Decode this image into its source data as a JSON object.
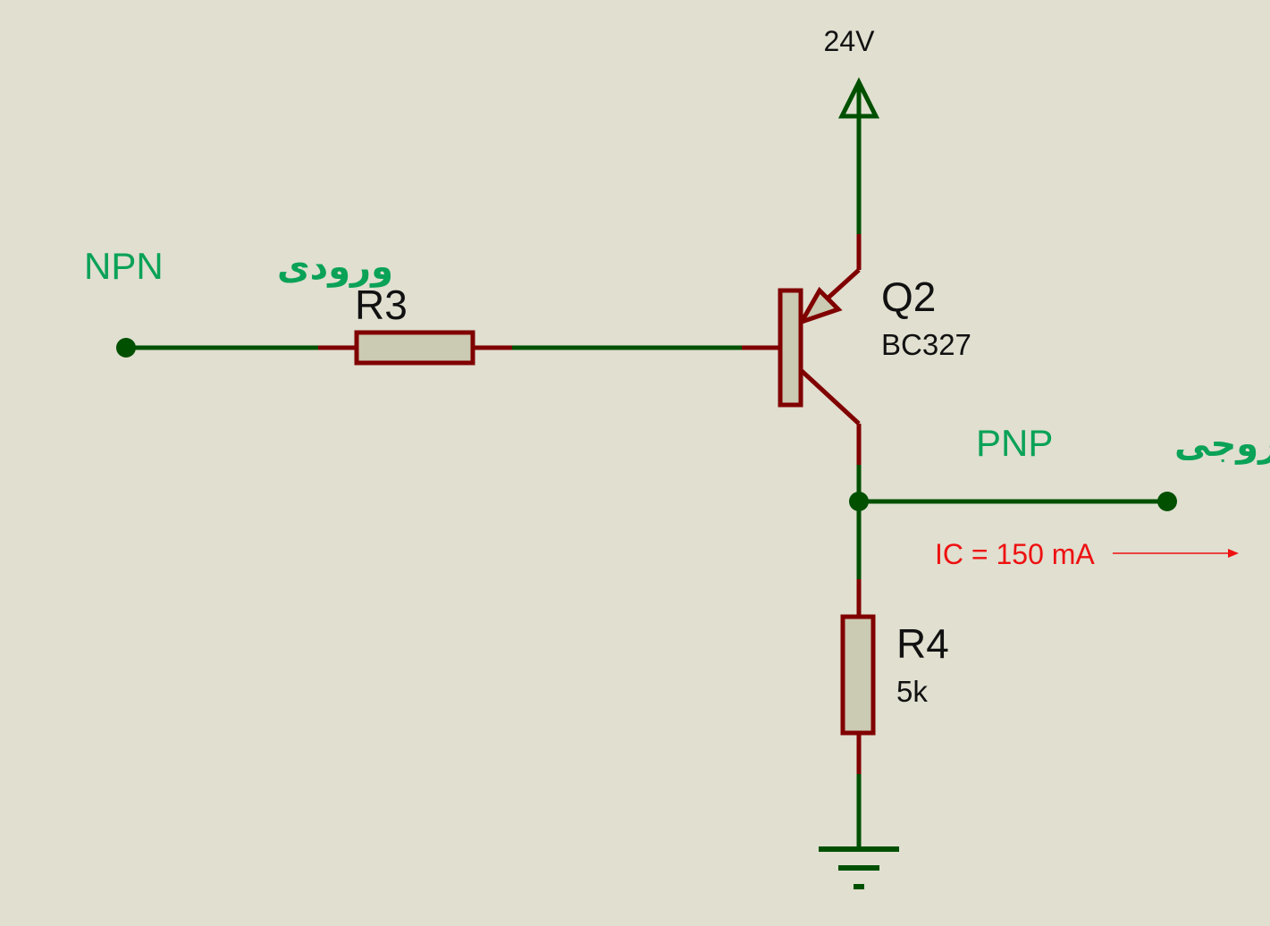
{
  "supply": {
    "label": "24V"
  },
  "components": {
    "q2": {
      "ref": "Q2",
      "value": "BC327",
      "type": "PNP transistor"
    },
    "r3": {
      "ref": "R3",
      "value": ""
    },
    "r4": {
      "ref": "R4",
      "value": "5k"
    }
  },
  "annotations": {
    "input": {
      "latin": "NPN",
      "persian": "ورودی"
    },
    "output": {
      "latin": "PNP",
      "persian": "خروجی"
    },
    "current": {
      "text": "IC = 150 mA",
      "color": "#ee1111"
    }
  },
  "colors": {
    "wire": "#005000",
    "pin": "#800000",
    "body": "#cbcab2",
    "note": "#0aa257",
    "background": "#e0dfd0"
  }
}
